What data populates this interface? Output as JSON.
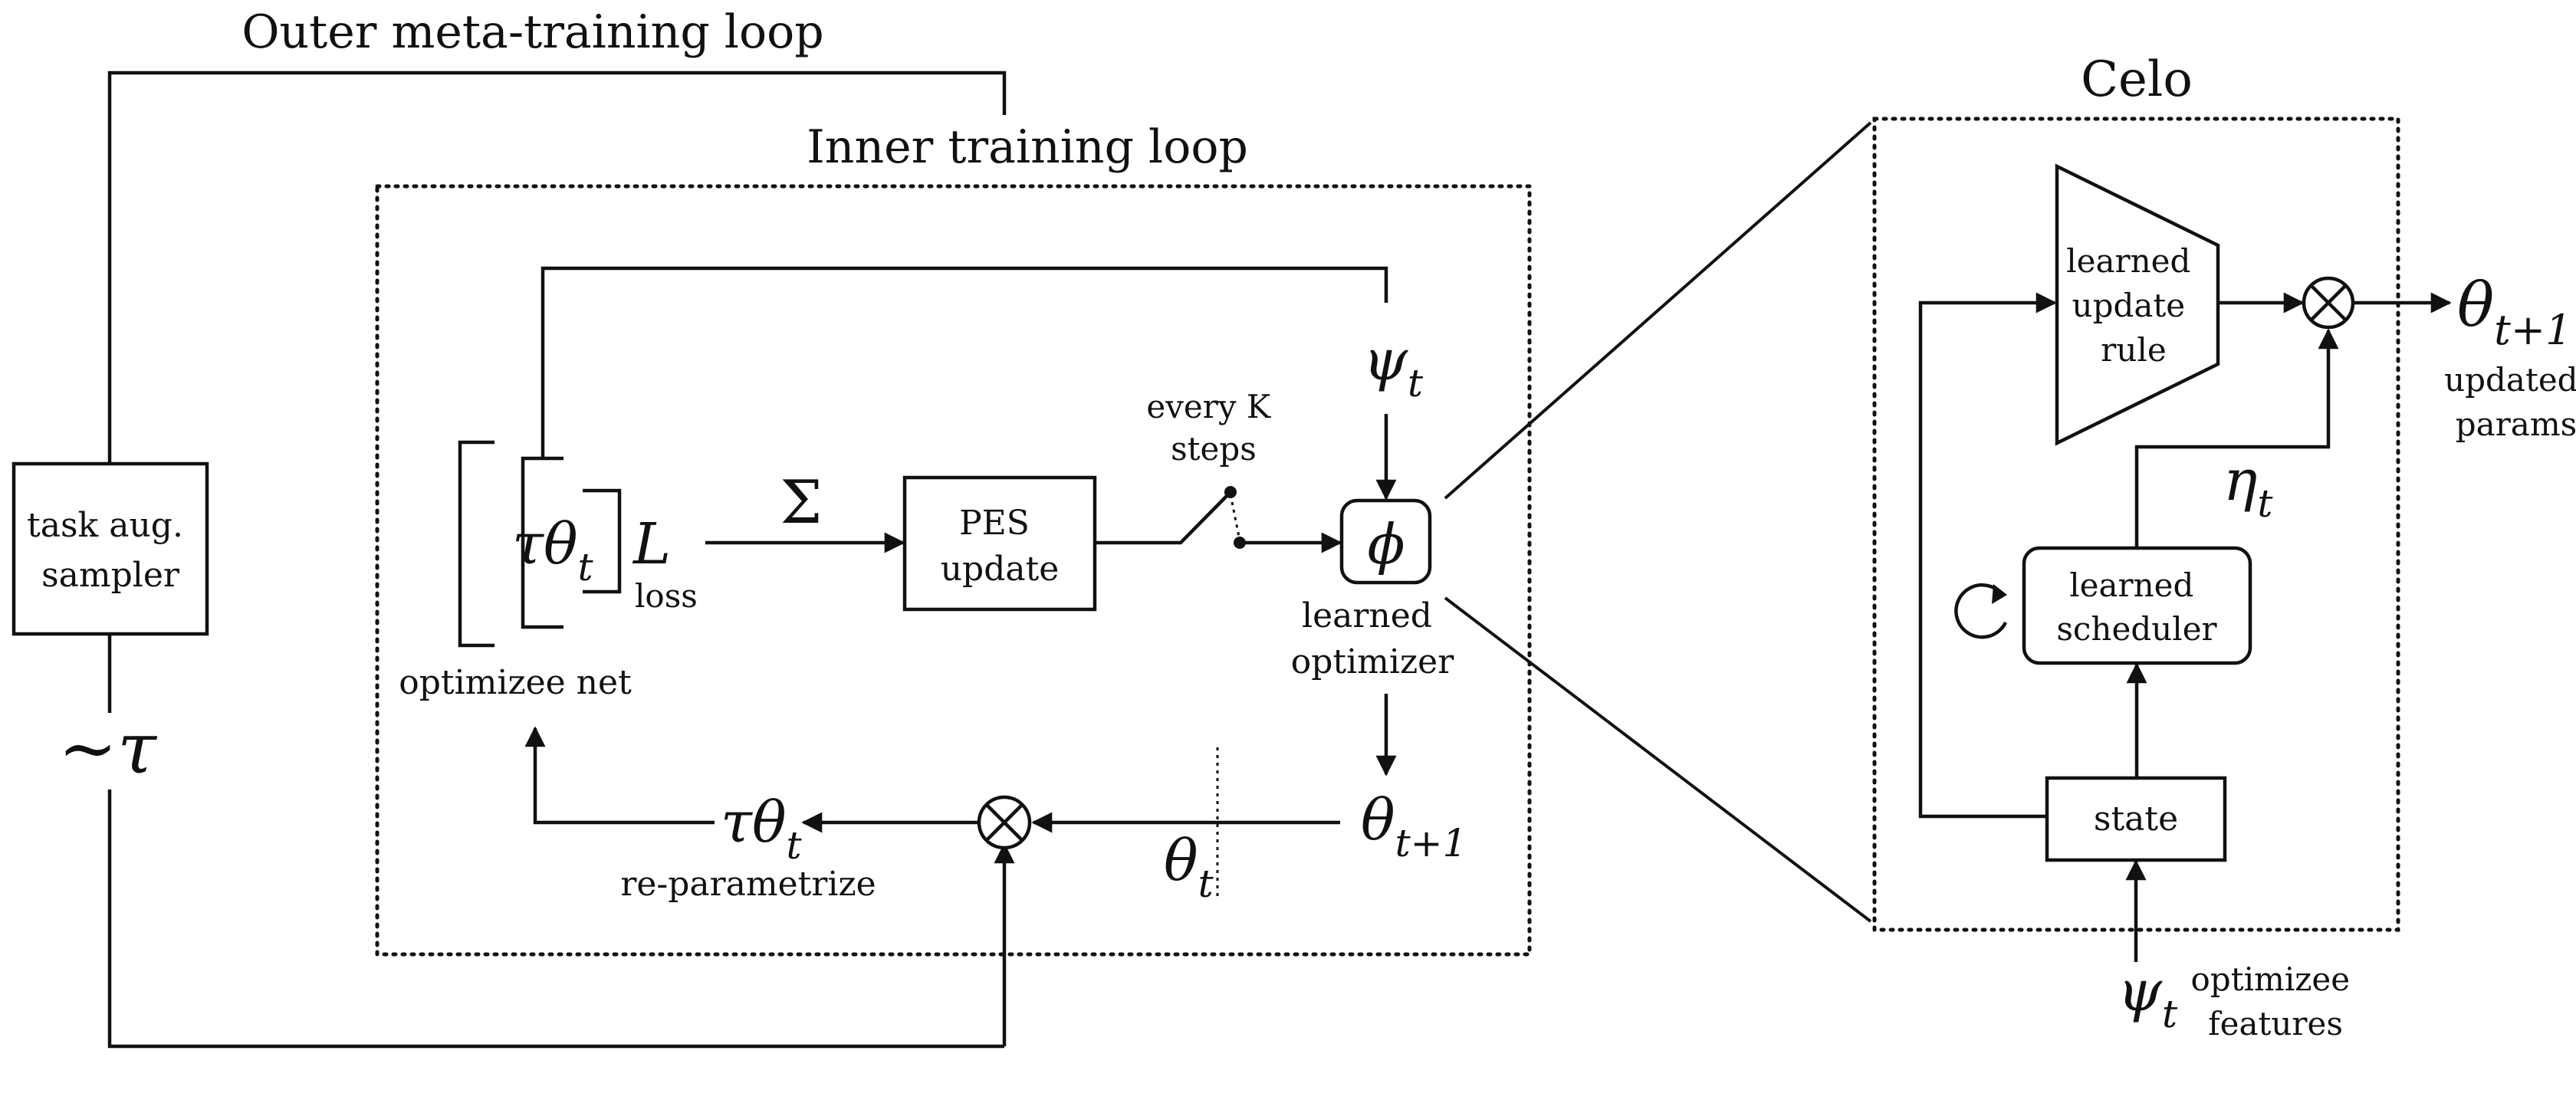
{
  "labels": {
    "outer_loop": "Outer meta-training loop",
    "inner_loop": "Inner training loop",
    "celo": "Celo",
    "task_sampler": [
      "task aug.",
      "sampler"
    ],
    "tau_sample": "~τ",
    "loss_symbol": "L",
    "loss": "loss",
    "optimizee_net": "optimizee net",
    "sum": "Σ",
    "pes_update": [
      "PES",
      "update"
    ],
    "every_k": [
      "every K",
      "steps"
    ],
    "phi": "ϕ",
    "learned_optimizer": [
      "learned",
      "optimizer"
    ],
    "reparametrize": "re-parametrize",
    "learned_update_rule": [
      "learned",
      "update",
      "rule"
    ],
    "learned_scheduler": [
      "learned",
      "scheduler"
    ],
    "state": "state",
    "updated_params": [
      "updated",
      "params"
    ],
    "optimizee_features": [
      "optimizee",
      "features"
    ]
  },
  "math": {
    "tau_theta": {
      "base": "τθ",
      "sub": "t"
    },
    "psi": {
      "base": "ψ",
      "sub": "t"
    },
    "theta_next": {
      "base": "θ",
      "sub": "t+1"
    },
    "theta": {
      "base": "θ",
      "sub": "t"
    },
    "eta": {
      "base": "η",
      "sub": "t"
    }
  }
}
